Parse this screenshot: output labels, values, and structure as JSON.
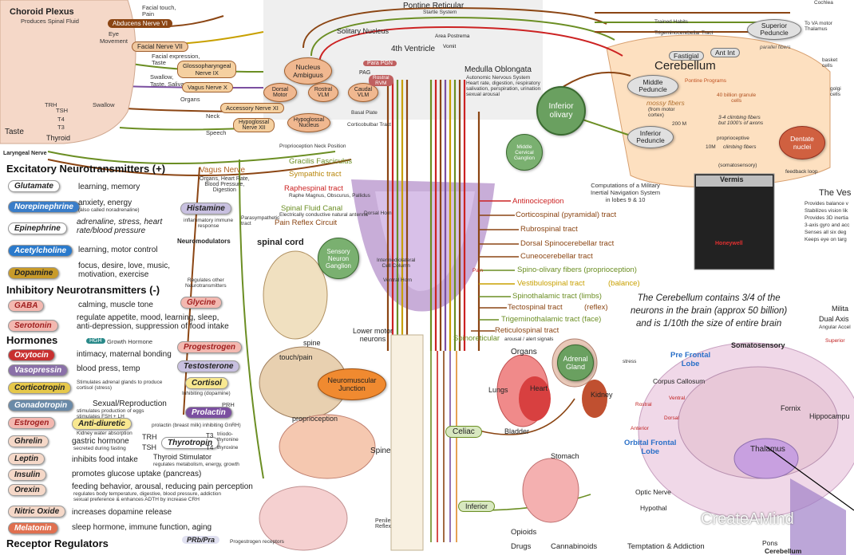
{
  "head": {
    "choroid": "Choroid Plexus",
    "choroid_sub": "Produces Spinal Fluid",
    "facial_touch": "Facial touch,",
    "pain": "Pain",
    "abducens": "Abducens Nerve VI",
    "eye_movement": "Eye\nMovement",
    "facial_nerve": "Facial Nerve VII",
    "facial_expression": "Facial expression,",
    "taste": "Taste",
    "glossopharyngeal": "Glossopharyngeal\nNerve IX",
    "swallow": "Swallow,\nTaste, Saliva",
    "vagus_x": "Vagus Nerve X",
    "organs": "Organs",
    "accessory": "Accessory Nerve XI",
    "neck": "Neck",
    "hypoglossal": "Hypoglossal\nNerve XII",
    "speech": "Speech",
    "taste_big": "Taste",
    "thyroid": "Thyroid",
    "trh": "TRH",
    "tsh": "TSH",
    "t4": "T4",
    "t3": "T3",
    "swallow2": "Swallow",
    "laryngeal": "Laryngeal Nerve"
  },
  "brainstem": {
    "pontine": "Pontine Reticular",
    "pontine_sub": "Startle System",
    "solitary": "Solitary Nucleus",
    "ventricle": "4th Ventricle",
    "medulla": "Medulla Oblongata",
    "medulla_sub": "Autonomic Nervous System\nHeart rate, digestion, respiratory\nsalivation, perspiration, urination\nsexual arousal",
    "nucleus_ambiguus": "Nucleus\nAmbiguus",
    "dorsal_motor": "Dorsal\nMotor",
    "rostral_vlm": "Rostral\nVLM",
    "caudal_vlm": "Caudal\nVLM",
    "hypoglossal_nuc": "Hypoglossal\nNucleus",
    "para": "Para PGN",
    "pag": "PAG",
    "rvm": "Rostral\nRVM",
    "area_postrema": "Area Postrema",
    "vomit": "Vomit",
    "inferior_olivary": "Inferior\nolivary",
    "middle_cervical": "Middle\nCervical\nGanglion",
    "basal_plate": "Basal Plate",
    "corticobulbar": "Corticobulbar Tract",
    "proprioception_neck": "Proprioception Neck Position"
  },
  "cerebellum": {
    "trained": "Trained Habits",
    "trigeminocerebellar": "Trigeminocerebellar Tract",
    "superior": "Superior\nPeduncle",
    "to_va": "To VA motor\nThalamus",
    "cochlea": "Cochlea",
    "parallel": "parallel fibers",
    "fastigial": "Fastigial",
    "ant_int": "Ant Int",
    "cerebellum": "Cerebellum",
    "middle": "Middle\nPeduncle",
    "pontine_programs": "Pontine Programs",
    "mossy": "mossy fibers",
    "mossy_sub": "(from motor\ncortex)",
    "mossy_count": "200 M",
    "granule": "40 billion granule\ncells",
    "purkinje": "3-4 climbing fibers\nbut 1000's of axons",
    "inferior": "Inferior\nPeduncle",
    "proprioceptive": "proprioceptive",
    "climbing": "climbing fibers",
    "ten_m": "10M",
    "dentate": "Dentate\nnuclei",
    "somatosensory": "(somatosensory)",
    "feedback": "feedback loop",
    "basket": "basket\ncells",
    "golgi": "golgi\ncells",
    "vermis": "Vermis",
    "honeywell": "Honeywell",
    "military": "Computations of a Military\nInertial Navigation System\nin lobes 9 & 10",
    "vestibular_title": "The Ves",
    "vestibular_items": [
      "Provides balance v",
      "Stabilizes vision lik",
      "Provides 3D inertia",
      "3-axis gyro and acc",
      "Senses all six deg",
      "Keeps eye on targ"
    ],
    "note": "The Cerebellum contains 3/4 of the\nneurons in the brain (approx 50 billion)\nand is 1/10th the size of entire brain",
    "milita": "Milita",
    "dual_axis": "Dual Axis",
    "angular": "Angular Accel"
  },
  "spinal_tracts": [
    {
      "label": "Gracilis Fasciculus",
      "color": "#6b8e23"
    },
    {
      "label": "Sympathic tract",
      "color": "#b8860b"
    },
    {
      "label": "Raphespinal tract",
      "color": "#cc2222"
    },
    {
      "label": "Spinal Fluid Canal",
      "color": "#6b8e23"
    },
    {
      "label": "Pain Reflex Circuit",
      "color": "#8b4513"
    }
  ],
  "raphespinal_sub": "Raphe Magnus, Obscurus, Pallidus",
  "fluid_sub": "Electrically conductive natural antenna",
  "right_tracts": [
    {
      "label": "Antinociception",
      "color": "#cc2222"
    },
    {
      "label": "Corticospinal (pyramidal) tract",
      "color": "#8b4513"
    },
    {
      "label": "Rubrospinal tract",
      "color": "#8b4513"
    },
    {
      "label": "Dorsal Spinocerebellar tract",
      "color": "#8b4513"
    },
    {
      "label": "Cuneocerebellar tract",
      "color": "#8b4513"
    },
    {
      "label": "Spino-olivary fibers (proprioception)",
      "color": "#6b8e23"
    },
    {
      "label": "Vestibulospinal tract",
      "color": "#c8a000"
    },
    {
      "label": "Spinothalamic tract (limbs)",
      "color": "#6b8e23"
    },
    {
      "label": "Tectospinal tract",
      "color": "#8b4513"
    },
    {
      "label": "Trigeminothalamic tract (face)",
      "color": "#6b8e23"
    },
    {
      "label": "Reticulospinal tract",
      "color": "#8b4513"
    },
    {
      "label": "Spinoreticular",
      "color": "#6b8e23"
    }
  ],
  "balance": "(balance)",
  "reflex": "(reflex)",
  "spinoreticular_sub": "arousal / alert signals",
  "vagus": {
    "title": "Vagus Nerve",
    "sub": "Organs, Heart Rate,\nBlood Pressure,\nDigestion",
    "parasympathetic": "Parasympathetic\ntract"
  },
  "excitatory": {
    "title": "Excitatory Neurotransmitters (+)",
    "items": [
      {
        "name": "Glutamate",
        "desc": "learning, memory",
        "color": "#ffffff"
      },
      {
        "name": "Norepinephrine",
        "desc": "anxiety, energy",
        "color": "#3a7dc8"
      },
      {
        "name": "Epinephrine",
        "desc": "adrenaline, stress, heart\nrate/blood pressure",
        "color": "#ffffff"
      },
      {
        "name": "Acetylcholine",
        "desc": "learning, motor control",
        "color": "#2a7acc"
      },
      {
        "name": "Dopamine",
        "desc": "focus, desire, love, music,\nmotivation, exercise",
        "color": "#c89b2a"
      }
    ],
    "norepi_sub": "(also called noradrenaline)"
  },
  "inhibitory": {
    "title": "Inhibitory Neurotransmitters (-)",
    "items": [
      {
        "name": "GABA",
        "desc": "calming, muscle tone",
        "color": "#f3b8b0"
      },
      {
        "name": "Serotonin",
        "desc": "regulate appetite, mood, learning, sleep,\nanti-depression, suppression of food intake",
        "color": "#f3b8b0"
      }
    ]
  },
  "histamine": {
    "name": "Histamine",
    "sub": "inflammatory immune\nresponse"
  },
  "neuromodulators": {
    "title": "Neuromodulators",
    "sub": "Regulates other\nNeurotransmitters"
  },
  "hormones": {
    "title": "Hormones",
    "items": [
      {
        "name": "Oxytocin",
        "desc": "intimacy, maternal bonding",
        "color": "#c83030"
      },
      {
        "name": "Vasopressin",
        "desc": "blood press, temp",
        "color": "#8a70a8"
      },
      {
        "name": "Corticotropin",
        "desc": "Stimulates adrenal glands to produce\ncortisol (stress)",
        "color": "#e6c84a"
      },
      {
        "name": "Gonadotropin",
        "desc": "Sexual/Reproduction",
        "color": "#6a8aa8"
      },
      {
        "name": "Estrogen",
        "desc": "",
        "color": "#f3b8b0"
      },
      {
        "name": "Ghrelin",
        "desc": "gastric hormone",
        "color": "#f5d8c8"
      },
      {
        "name": "Leptin",
        "desc": "inhibits food intake",
        "color": "#f5d8c8"
      },
      {
        "name": "Insulin",
        "desc": "promotes glucose uptake (pancreas)",
        "color": "#f5d8c8"
      },
      {
        "name": "Orexin",
        "desc": "feeding behavior, arousal, reducing pain perception",
        "color": "#f5d8c8"
      },
      {
        "name": "Nitric Oxide",
        "desc": "increases dopamine release",
        "color": "#f5d8c8"
      },
      {
        "name": "Melatonin",
        "desc": "sleep hormone, immune function, aging",
        "color": "#e07050"
      }
    ],
    "growth": "Growth Hormone",
    "hgh": "HGH",
    "progestrogen": "Progestrogen",
    "testosterone": "Testosterone",
    "cortisol": "Cortisol",
    "cortisol_sub": "Inhibiting (dopamine)",
    "prolactin": "Prolactin",
    "prh": "PRH",
    "anti_diuretic": "Anti-diuretic",
    "glycine": "Glycine",
    "thyrotropin": "Thyrotropin",
    "thyroid_stim": "Thyroid Stimulator",
    "thyroid_sub": "regulates metabolism, energy, growth",
    "t4_label": "T4",
    "t3_label": "T3",
    "t3_desc": "triiodo-\nthyronine",
    "t4_desc": "thyroxine",
    "prolactin_sub": "prolactin (breast milk) inhibiting GnRH)",
    "gon_sub": "stimulates production of eggs\nstimulates FSH + LH",
    "ghrelin_sub": "secreted during fasting",
    "orexin_sub": "regulates body temperature, digestive, blood pressure, addiction\nsexual preference & enhances ADTH by increase CRH",
    "kidney_sub": "Kidney water absorption"
  },
  "receptor": {
    "title": "Receptor Regulators",
    "prb": "PRb/Pra",
    "sub": "Progestrogen receptors"
  },
  "spinal": {
    "spinal_cord": "spinal cord",
    "sensory": "Sensory\nNeuron\nGanglion",
    "spine": "spine",
    "touch": "touch/pain",
    "lower": "Lower motor\nneurons",
    "nm_junction": "Neuromuscular\nJunction",
    "proprio": "proprioception",
    "spine_big": "Spine",
    "organs": "Organs",
    "adrenal": "Adrenal\nGland",
    "stress": "stress",
    "lungs": "Lungs",
    "heart": "Heart",
    "kidney": "Kidney",
    "bladder": "Bladder",
    "celiac": "Celiac",
    "stomach": "Stomach",
    "inferior": "Inferior",
    "penile": "Penile\nReflex",
    "opioids": "Opioids",
    "drugs": "Drugs",
    "cannabinoids": "Cannabinoids",
    "temptation": "Temptation & Addiction",
    "intermediolateral": "Intermediolateral\nCell Column",
    "dorsal_horn": "Dorsal Horn",
    "ventral_horn": "Ventral Horn",
    "pain": "Pain"
  },
  "brain": {
    "somatosensory": "Somatosensory",
    "superior": "Superior",
    "pre_frontal": "Pre Frontal\nLobe",
    "corpus": "Corpus Callosum",
    "ventral": "Ventral",
    "rostral": "Rostral",
    "dorsal": "Dorsal",
    "anterior": "Anterior",
    "fornix": "Fornix",
    "hippocampus": "Hippocampu",
    "orbital": "Orbital Frontal\nLobe",
    "thalamus": "Thalamus",
    "optic": "Optic Nerve",
    "hypothal": "Hypothal",
    "pons": "Pons",
    "cerebellum": "Cerebellum"
  },
  "watermark": "CreateAMind",
  "colors": {
    "brown": "#8b4513",
    "olive": "#6b8e23",
    "red": "#cc2222",
    "orange": "#e08a2a",
    "purple": "#7b4fa0",
    "peach": "#fde0c0",
    "gold": "#c8a000"
  }
}
